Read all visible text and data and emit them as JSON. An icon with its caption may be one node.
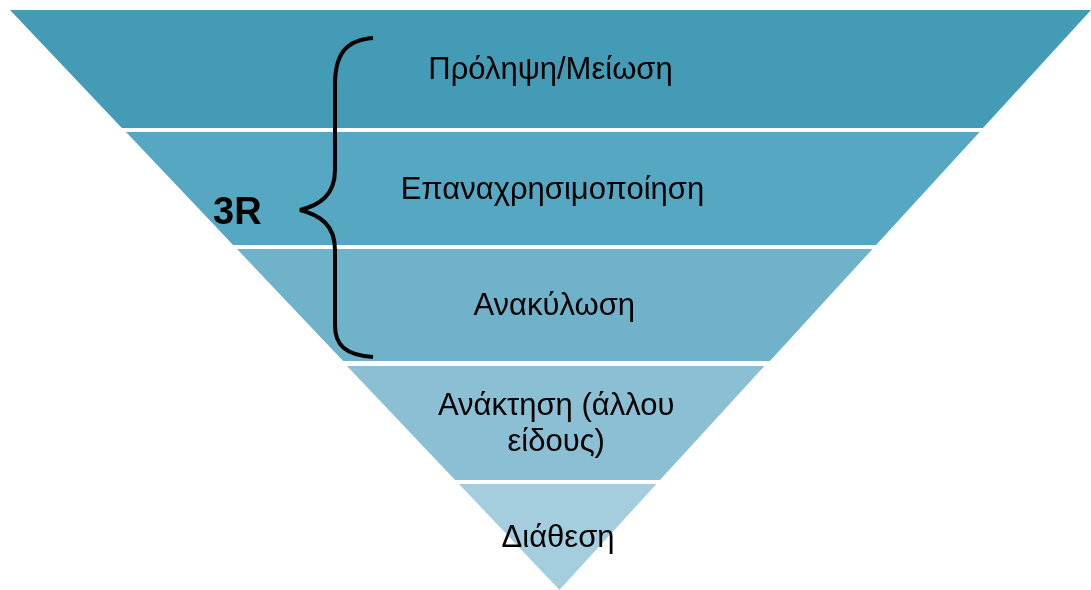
{
  "diagram": {
    "nodes": [
      {
        "text": [
          "Πρόληψη/Μείωση"
        ]
      },
      {
        "text": [
          "Επαναχρησιμοποίηση"
        ]
      },
      {
        "text": [
          "Ανακύλωση"
        ]
      },
      {
        "text": [
          "Ανάκτηση (άλλου είδους)"
        ]
      },
      {
        "text": [
          "Διάθεση"
        ]
      }
    ],
    "labels": [
      "3R"
    ]
  }
}
